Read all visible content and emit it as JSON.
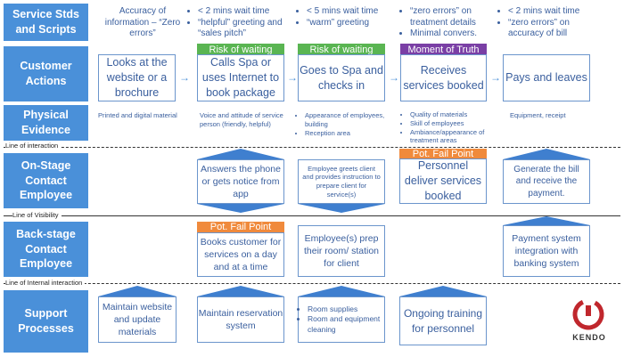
{
  "rows": {
    "service_stds": "Service Stds and Scripts",
    "customer_actions": "Customer Actions",
    "physical_evidence": "Physical Evidence",
    "onstage": "On-Stage Contact Employee",
    "backstage": "Back-stage Contact Employee",
    "support": "Support Processes"
  },
  "lines": {
    "interaction": "Line of interaction",
    "visibility": "Line of Visibility",
    "internal": "Line of Internal interaction"
  },
  "standards": {
    "col1": "Accuracy of information – “Zero errors”",
    "col2": [
      "< 2 mins wait time",
      "“helpful” greeting and “sales pitch”"
    ],
    "col3": [
      "< 5 mins wait time",
      "“warm” greeting"
    ],
    "col4": [
      "“zero errors” on treatment details",
      "Minimal convers."
    ],
    "col5": [
      "< 2 mins wait time",
      "“zero errors” on accuracy of bill"
    ]
  },
  "tags": {
    "risk1": "Risk of waiting",
    "risk2": "Risk of waiting",
    "moment": "Moment of Truth",
    "failpoint1": "Pot. Fail Point",
    "failpoint2": "Pot. Fail Point"
  },
  "actions": [
    "Looks at the website or a brochure",
    "Calls Spa or uses Internet to book package",
    "Goes to Spa and checks in",
    "Receives services booked",
    "Pays and leaves"
  ],
  "evidence": {
    "col1": "Printed and digital material",
    "col2": "Voice and attitude of service person (friendly, helpful)",
    "col3": [
      "Appearance of employees, building",
      "Reception area"
    ],
    "col4": [
      "Quality of materials",
      "Skill of employees",
      "Ambiance/appearance of treatment areas"
    ],
    "col5": "Equipment, receipt"
  },
  "onstage": {
    "col2": "Answers the phone or gets notice from app",
    "col3": "Employee greets client and provides instruction to prepare client for service(s)",
    "col4": "Personnel deliver services booked",
    "col5": "Generate the bill and receive the payment."
  },
  "backstage": {
    "col2": "Books customer for services on a day and at a time",
    "col3": "Employee(s) prep their room/ station for client",
    "col5": "Payment system integration with banking system"
  },
  "support": {
    "col1": "Maintain website and update materials",
    "col2": "Maintain reservation system",
    "col3": [
      "Room supplies",
      "Room and equipment cleaning"
    ],
    "col4": "Ongoing training for personnel"
  },
  "logo": {
    "name": "KENDO",
    "color": "#c0272d"
  },
  "colors": {
    "label_bg": "#4a90d9",
    "green": "#5ab552",
    "purple": "#7a3fa5",
    "orange": "#f08a3c"
  }
}
